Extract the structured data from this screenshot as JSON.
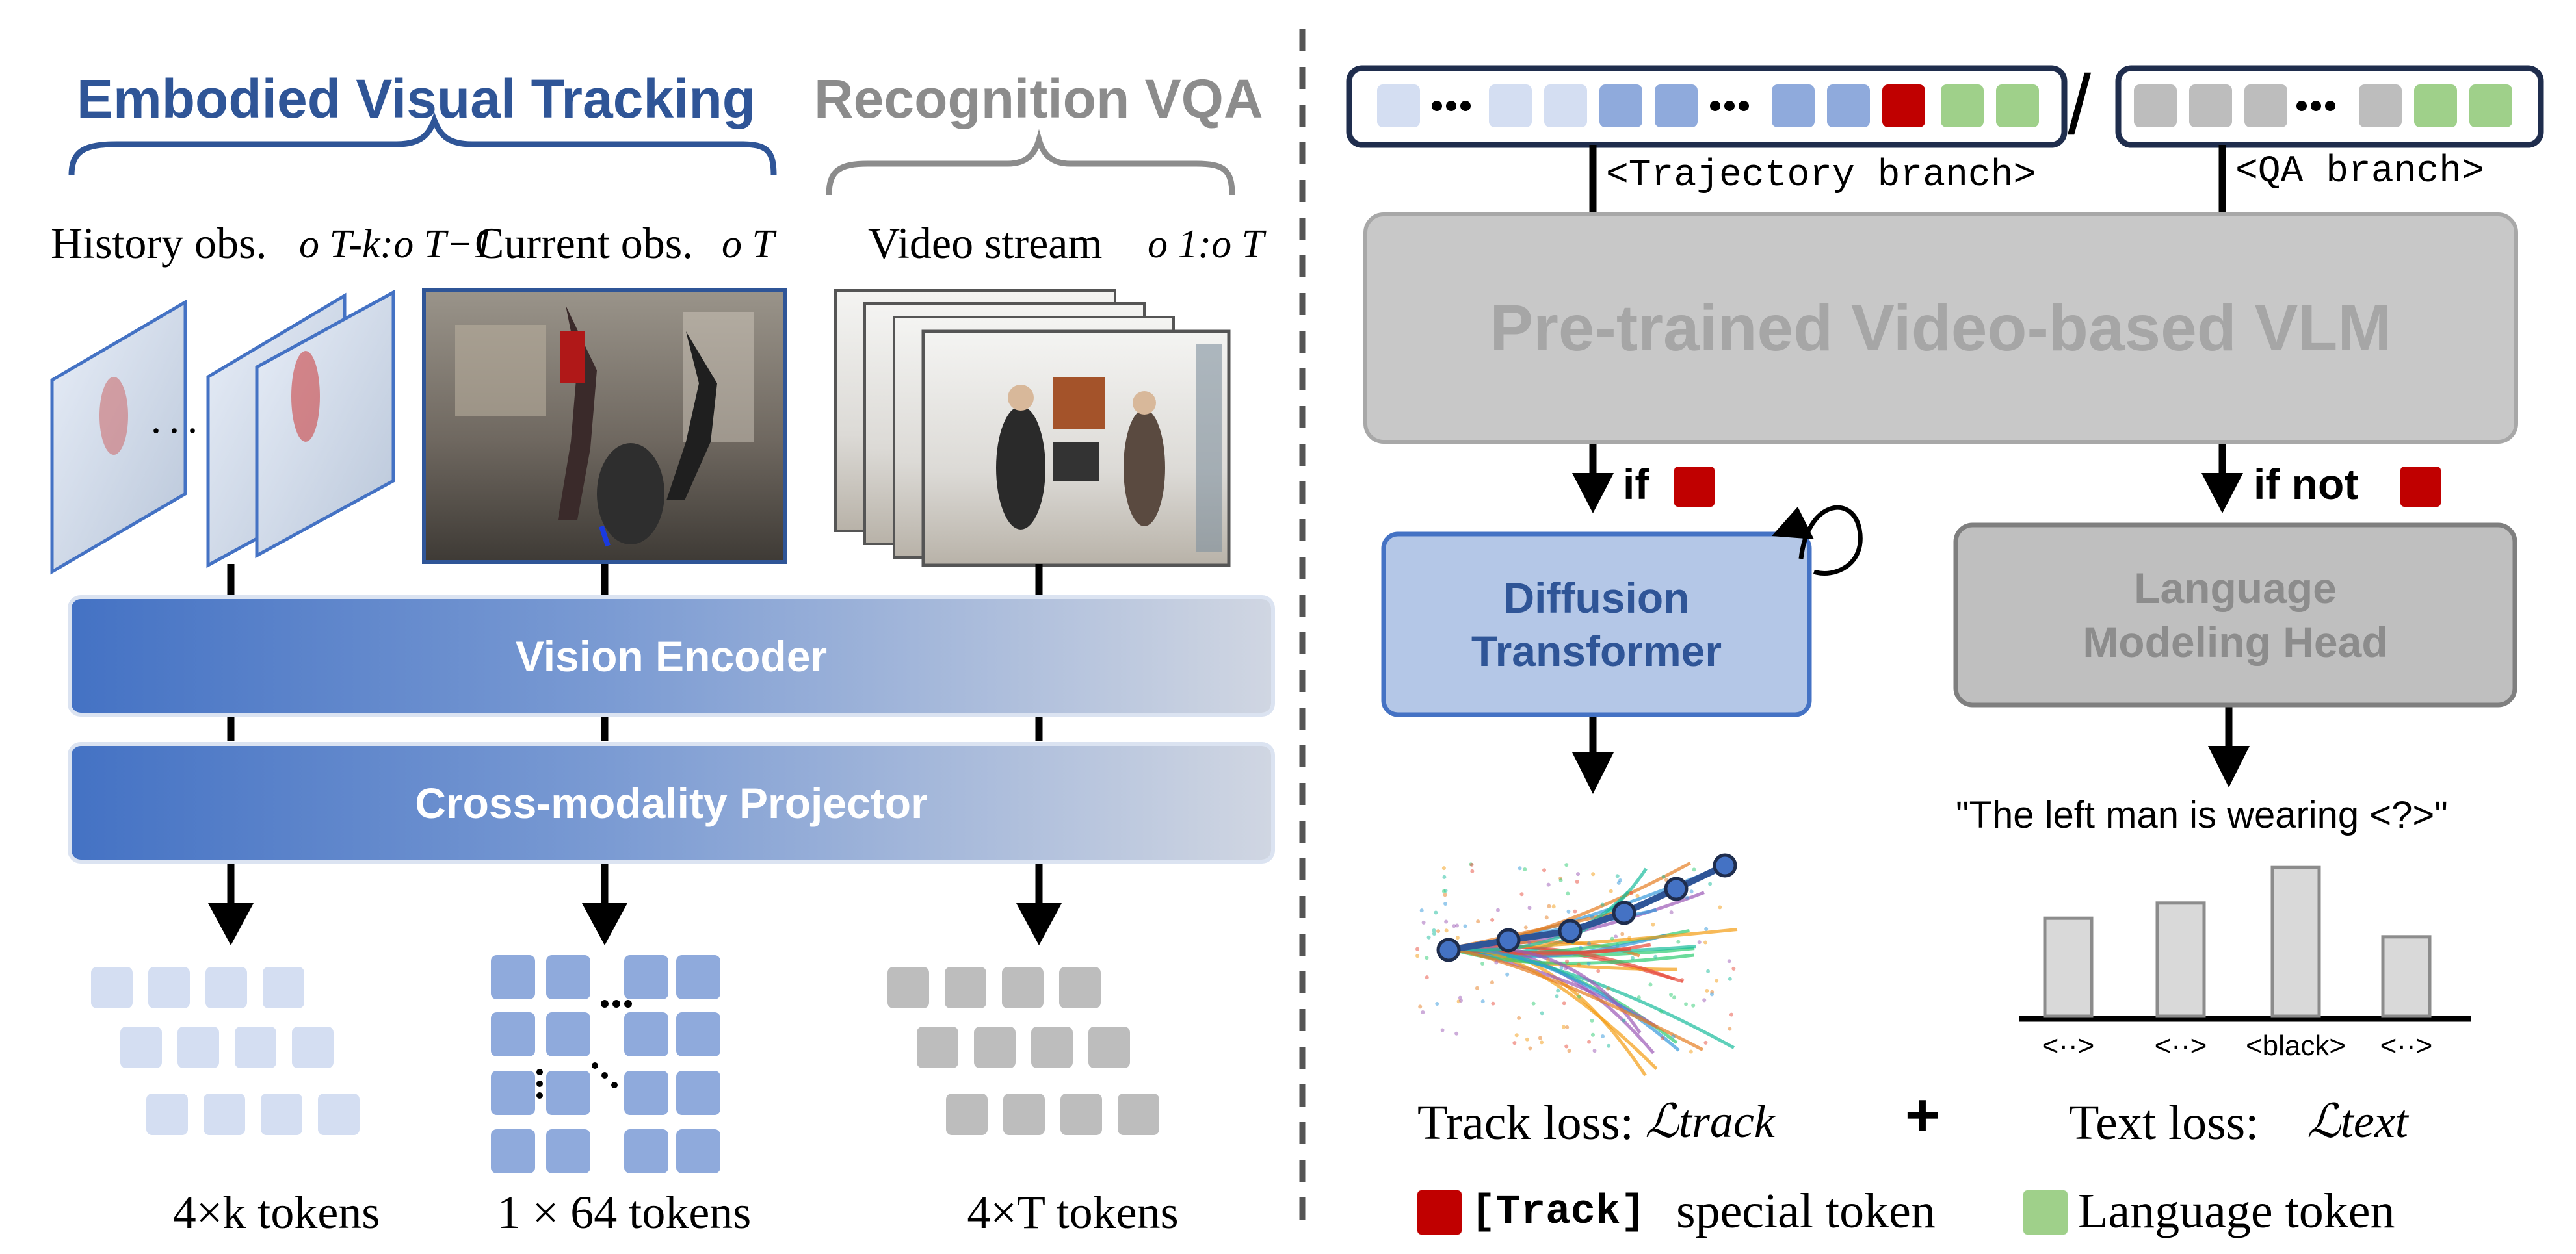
{
  "left_panel": {
    "title_tracking": "Embodied Visual Tracking",
    "title_vqa": "Recognition VQA",
    "history_label": "History obs.",
    "history_math": "o T-k:o T−1",
    "current_label": "Current obs.",
    "current_math": "o T",
    "video_label": "Video stream",
    "video_math": "o 1:o T",
    "ellipsis": "· · ·",
    "vision_encoder": "Vision Encoder",
    "projector": "Cross-modality Projector",
    "tokens_history": "4×k tokens",
    "tokens_current": "1 × 64 tokens",
    "tokens_video": "4×T tokens"
  },
  "right_panel": {
    "trajectory_branch": "<Trajectory branch>",
    "qa_branch": "<QA branch>",
    "separator": "/",
    "token_ellipsis": "···",
    "vlm": "Pre-trained Video-based VLM",
    "if_label": "if",
    "if_not_label": "if not",
    "diffusion_line1": "Diffusion",
    "diffusion_line2": "Transformer",
    "lm_head_line1": "Language",
    "lm_head_line2": "Modeling Head",
    "qa_text": "\"The left man is wearing <?>\"",
    "bar_labels": [
      "<··>",
      "<··>",
      "<black>",
      "<··>"
    ],
    "bar_values": [
      0.58,
      0.67,
      0.88,
      0.47
    ],
    "track_loss": "Track loss:",
    "track_loss_symbol": "ℒtrack",
    "plus": "+",
    "text_loss": "Text loss:",
    "text_loss_symbol": "ℒtext"
  },
  "legend": {
    "track_token_code": "[Track]",
    "track_token_text": "special token",
    "language_token_text": "Language token"
  },
  "colors": {
    "tracking_blue": "#2f5597",
    "gray_title": "#8c8c8c",
    "track_red": "#c00000",
    "lang_green": "#9fd08a",
    "token_dark_blue": "#8faadc",
    "token_light_blue": "#d4def2",
    "token_gray": "#bdbdbd"
  }
}
